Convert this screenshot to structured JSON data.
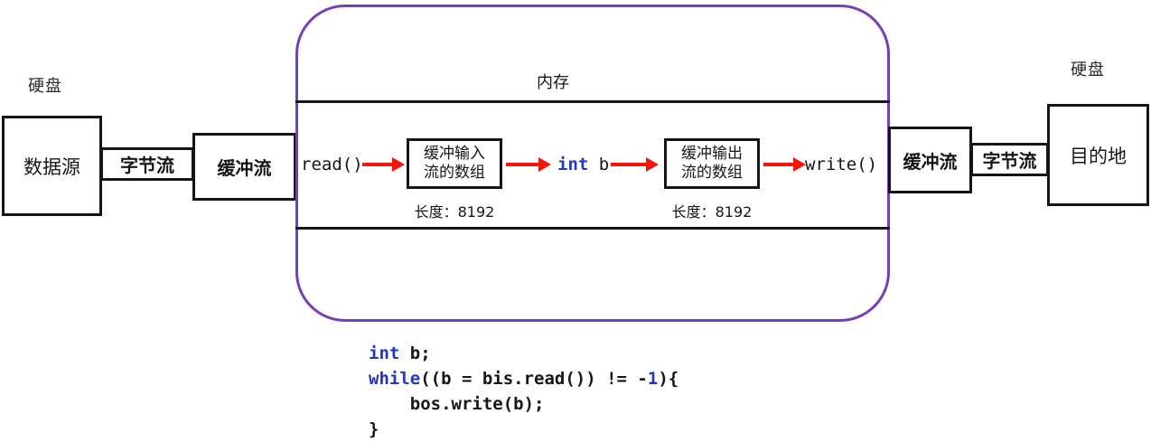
{
  "colors": {
    "memory_border_purple": "#7540b8",
    "arrow_red": "#f5150a",
    "keyword_blue": "#2336c0",
    "line_black": "#161616"
  },
  "left": {
    "disk_label": "硬盘",
    "source_label": "数据源",
    "byte_stream_label": "字节流",
    "buffered_stream_label": "缓冲流"
  },
  "memory": {
    "title": "内存",
    "read_call": "read()",
    "input_array": {
      "line1": "缓冲输入",
      "line2": "流的数组",
      "length": "长度：8192"
    },
    "byte_var": {
      "keyword": "int",
      "name": " b"
    },
    "output_array": {
      "line1": "缓冲输出",
      "line2": "流的数组",
      "length": "长度：8192"
    },
    "write_call": "write()"
  },
  "right": {
    "disk_label": "硬盘",
    "buffered_stream_label": "缓冲流",
    "byte_stream_label": "字节流",
    "destination_label": "目的地"
  },
  "code": {
    "line1": {
      "keyword": "int",
      "rest": " b;"
    },
    "line2": {
      "keyword": "while",
      "mid": "((b = bis.read()) != -",
      "number": "1",
      "end": "){"
    },
    "line3": "    bos.write(b);",
    "line4": "}"
  }
}
